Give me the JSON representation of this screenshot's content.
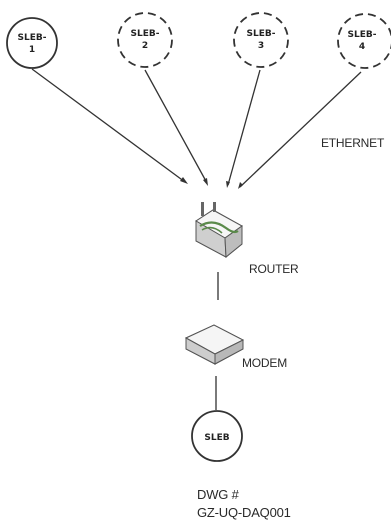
{
  "nodes": {
    "sleb1": {
      "line1": "SLEB-",
      "line2": "1"
    },
    "sleb2": {
      "line1": "SLEB-",
      "line2": "2"
    },
    "sleb3": {
      "line1": "SLEB-",
      "line2": "3"
    },
    "sleb4": {
      "line1": "SLEB-",
      "line2": "4"
    },
    "sleb_main": {
      "label": "SLEB"
    }
  },
  "labels": {
    "ethernet": "ETHERNET",
    "router": "ROUTER",
    "modem": "MODEM"
  },
  "drawing": {
    "number_label": "DWG #",
    "number": "GZ-UQ-DAQ001"
  }
}
